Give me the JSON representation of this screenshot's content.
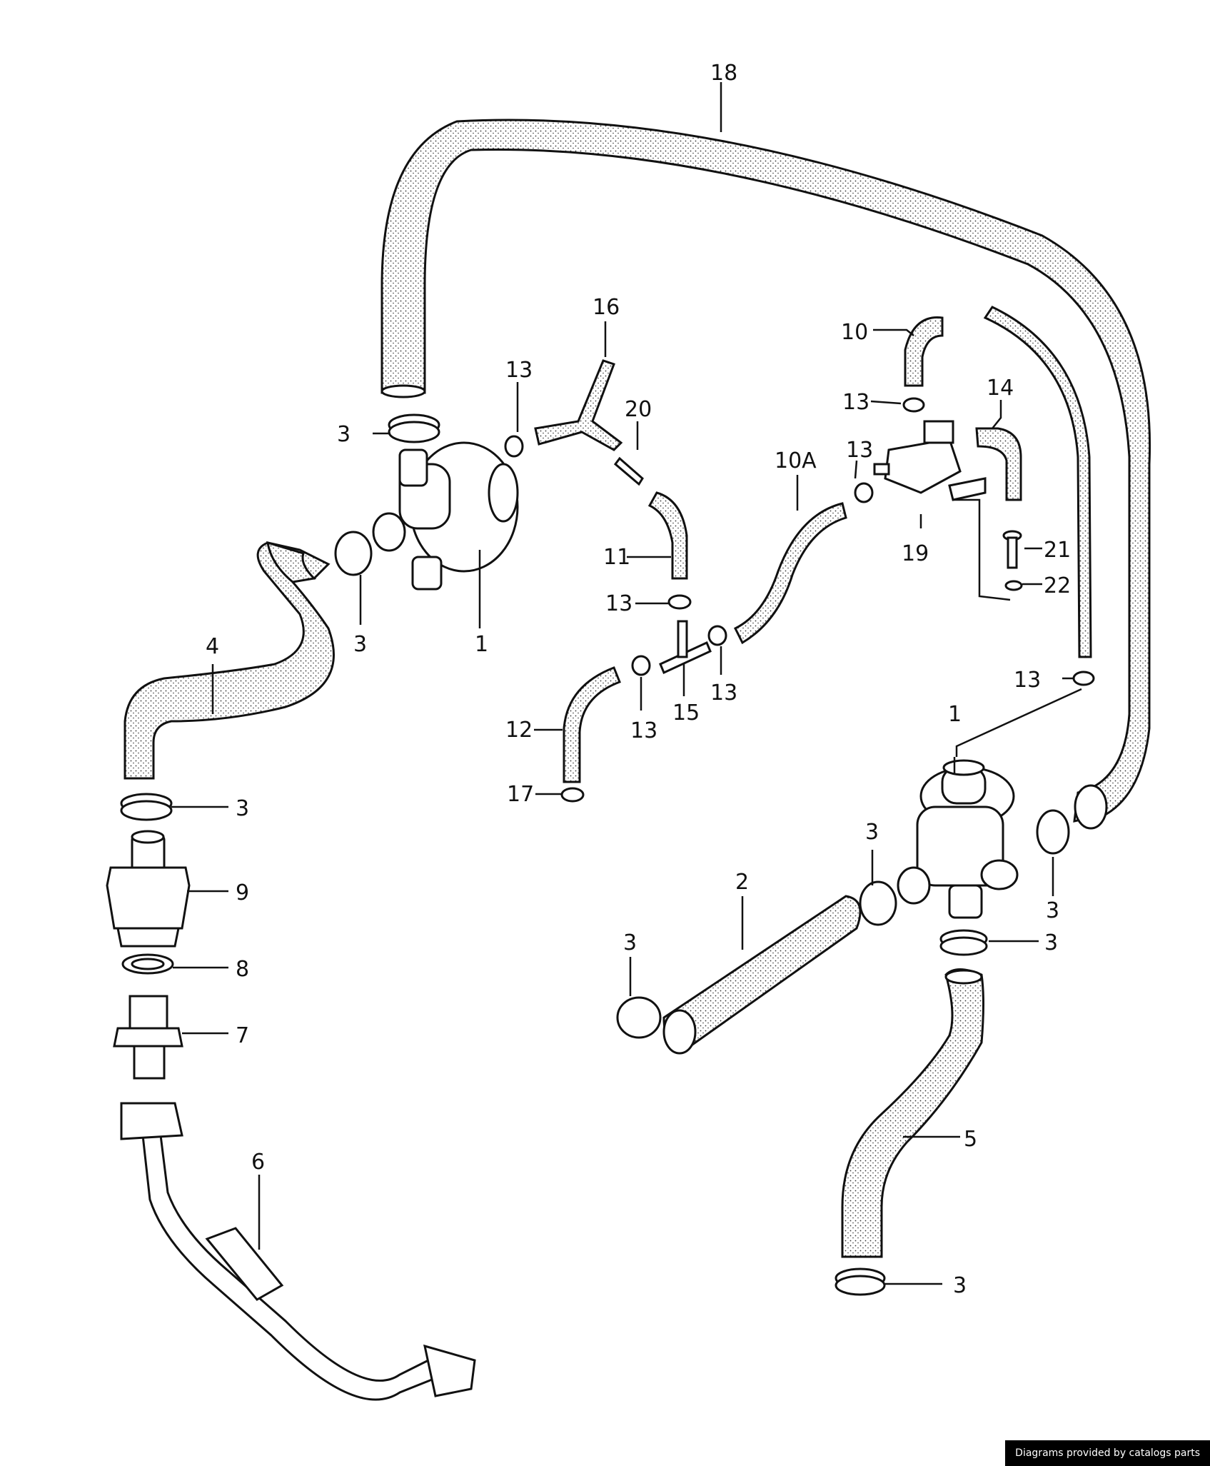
{
  "callouts": {
    "c18": "18",
    "c16": "16",
    "c13a": "13",
    "c20": "20",
    "c10": "10",
    "c13b": "13",
    "c14": "14",
    "c10a": "10A",
    "c13c": "13",
    "c19": "19",
    "c21": "21",
    "c22": "22",
    "c3a": "3",
    "c3b": "3",
    "c1a": "1",
    "c11": "11",
    "c13d": "13",
    "c13e": "13",
    "c13f": "13",
    "c15": "15",
    "c12": "12",
    "c17": "17",
    "c4": "4",
    "c13g": "13",
    "c1b": "1",
    "c3c": "3",
    "c9": "9",
    "c3d": "3",
    "c3e": "3",
    "c2": "2",
    "c3f": "3",
    "c3g": "3",
    "c8": "8",
    "c7": "7",
    "c6": "6",
    "c5": "5",
    "c3h": "3"
  },
  "credit": "Diagrams provided by catalogs parts"
}
